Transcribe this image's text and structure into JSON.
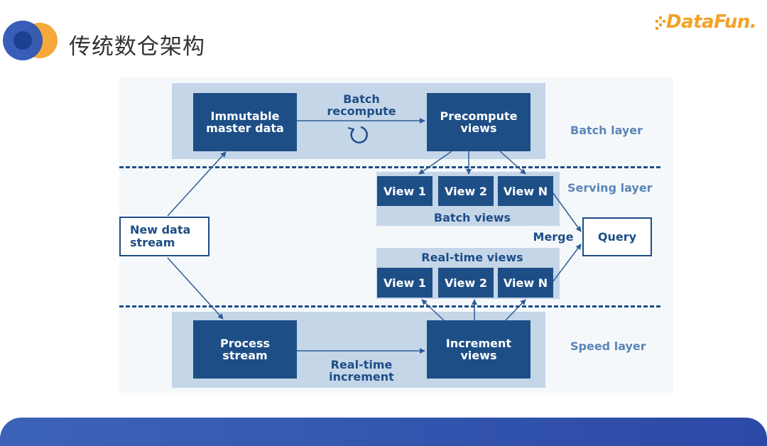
{
  "slide": {
    "title": "传统数仓架构",
    "brand": "DataFun."
  },
  "diagram": {
    "boxes": {
      "immutable": "Immutable\nmaster data",
      "precompute": "Precompute\nviews",
      "process": "Process\nstream",
      "increment": "Increment\nviews",
      "new_data": "New data\nstream",
      "query": "Query"
    },
    "batch_views": [
      "View 1",
      "View 2",
      "View N"
    ],
    "realtime_views": [
      "View 1",
      "View 2",
      "View N"
    ],
    "labels": {
      "batch_recompute": "Batch\nrecompute",
      "batch_views": "Batch views",
      "realtime_views": "Real-time views",
      "merge": "Merge",
      "realtime_increment": "Real-time\nincrement"
    },
    "layers": {
      "batch": "Batch layer",
      "serving": "Serving layer",
      "speed": "Speed layer"
    },
    "colors": {
      "box": "#1d4e86",
      "panel": "#c5d6e9",
      "layer_label": "#5a86b7",
      "brand": "#f2a227"
    }
  }
}
